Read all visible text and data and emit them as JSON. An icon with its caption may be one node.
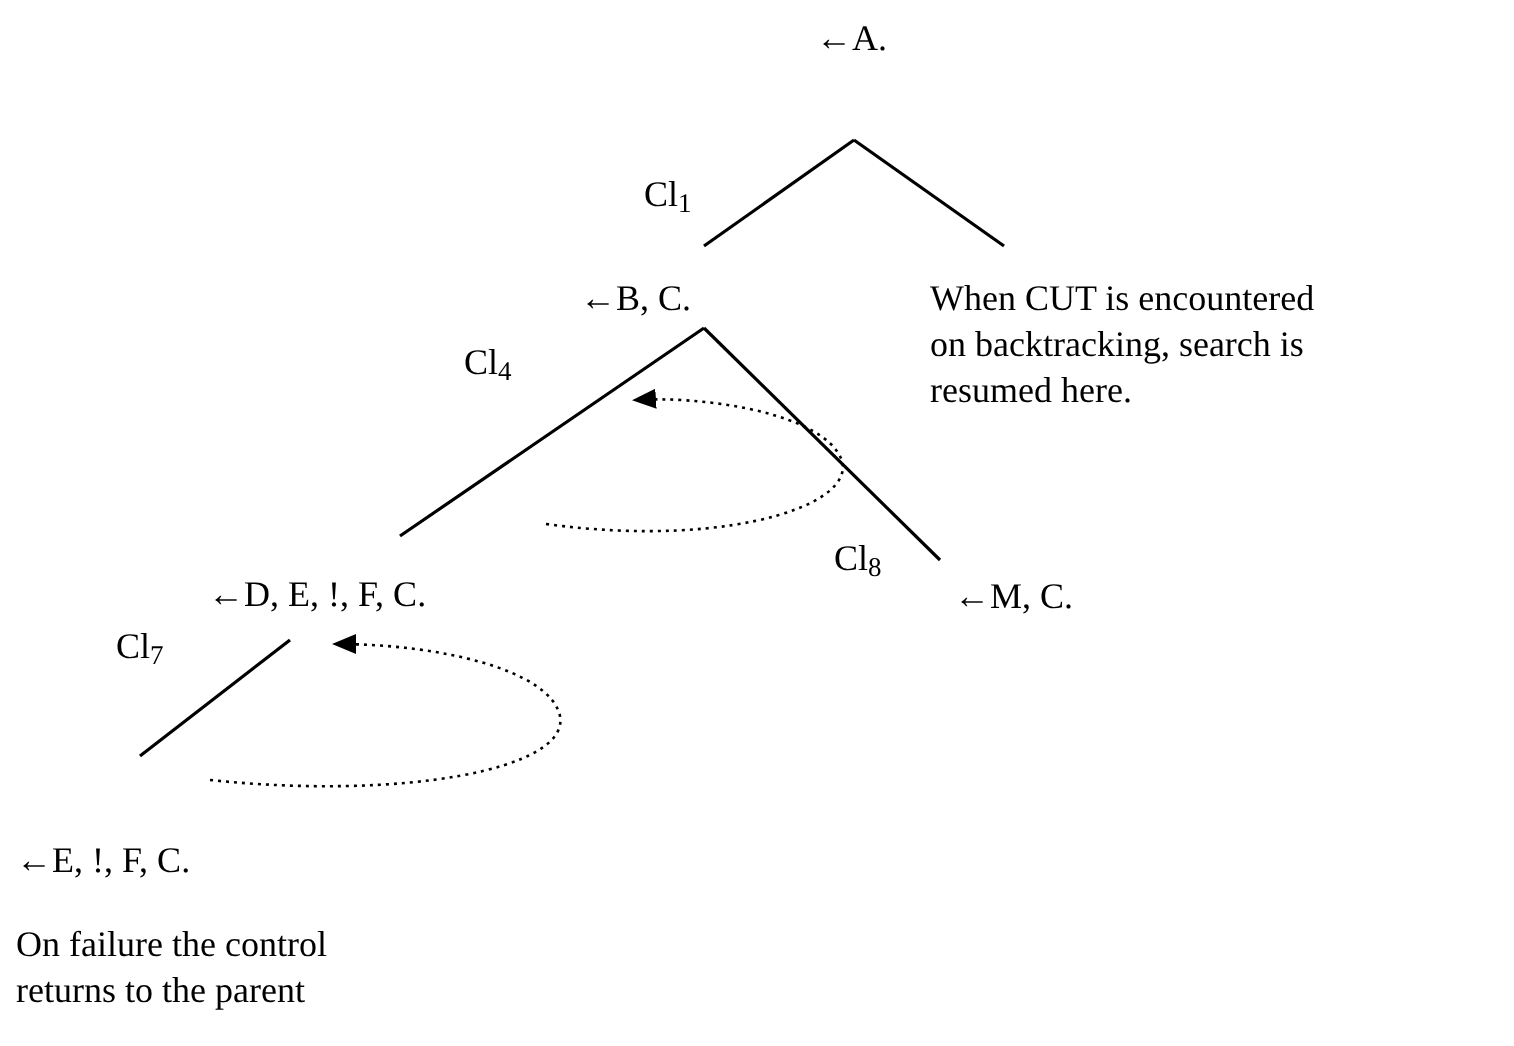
{
  "diagram": {
    "nodes": [
      {
        "text": [
          "←A."
        ]
      },
      {
        "text": [
          "←B, C."
        ]
      },
      {
        "text": [
          "When CUT is encountered on backtracking, search is resumed here."
        ]
      },
      {
        "text": [
          "←D, E, !, F, C."
        ]
      },
      {
        "text": [
          "←M, C."
        ]
      },
      {
        "text": [
          "←E, !, F, C."
        ]
      }
    ],
    "edges": [
      {
        "from": 0,
        "to": 1,
        "arrow": "none",
        "label": "Cl$_{1}$"
      },
      {
        "from": 0,
        "to": 2,
        "arrow": "none"
      },
      {
        "from": 1,
        "to": 3,
        "arrow": "none",
        "label": "Cl$_{4}$"
      },
      {
        "from": 1,
        "to": 4,
        "arrow": "none",
        "label": "Cl$_{8}$"
      },
      {
        "from": 3,
        "to": 5,
        "arrow": "none",
        "label": "Cl$_{7}$"
      },
      {
        "from": 3,
        "to": 1,
        "arrow": "to",
        "style": "dashed"
      },
      {
        "from": 5,
        "to": 3,
        "arrow": "to",
        "style": "dashed"
      }
    ],
    "labels": [
      "On failure the control returns to the parent"
    ]
  }
}
